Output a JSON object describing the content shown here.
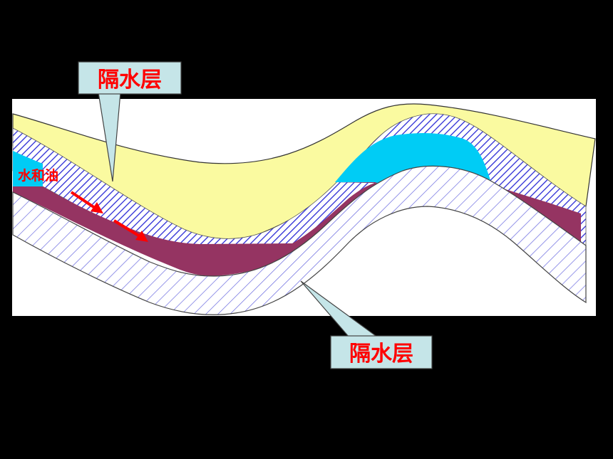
{
  "labels": {
    "upper_aquiclude": "隔水层",
    "lower_aquiclude": "隔水层",
    "flow": "水和油"
  },
  "colors": {
    "background": "#000000",
    "panel": "#ffffff",
    "cap_rock": "#fafaa0",
    "water": "#00ccf5",
    "oil": "#953462",
    "upper_hatch": "#2b2bd6",
    "lower_hatch": "#6a6ae0",
    "callout_fill": "#c5e5e8",
    "label_text": "#ff0000",
    "arrow": "#ff0000"
  }
}
